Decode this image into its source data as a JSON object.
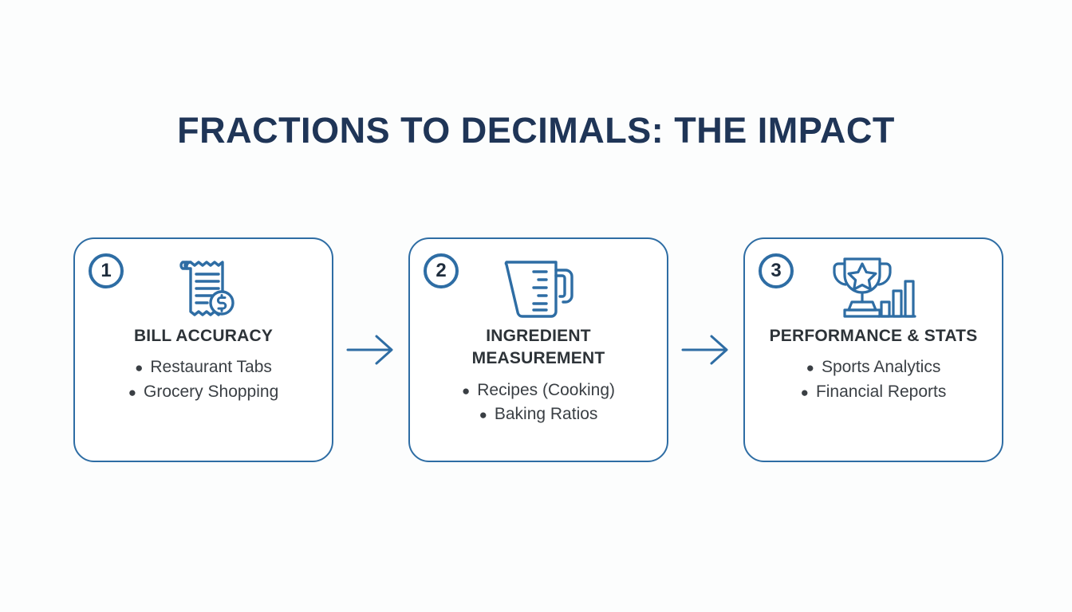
{
  "title": "FRACTIONS TO DECIMALS: THE IMPACT",
  "theme": {
    "background": "#fcfdfd",
    "title_color": "#1f3557",
    "card_border": "#2e6da4",
    "icon_color": "#2e6da4",
    "heading_color": "#2d3338",
    "body_color": "#3a3f44"
  },
  "steps": [
    {
      "number": "1",
      "icon": "receipt-dollar-icon",
      "title": "BILL ACCURACY",
      "bullets": [
        "Restaurant Tabs",
        "Grocery Shopping"
      ]
    },
    {
      "number": "2",
      "icon": "measuring-cup-icon",
      "title": "INGREDIENT MEASUREMENT",
      "bullets": [
        "Recipes (Cooking)",
        "Baking Ratios"
      ]
    },
    {
      "number": "3",
      "icon": "trophy-bar-chart-icon",
      "title": "PERFORMANCE & STATS",
      "bullets": [
        "Sports Analytics",
        "Financial Reports"
      ]
    }
  ],
  "connectors": [
    {
      "name": "arrow-step-1-to-2",
      "glyph": "right-arrow-icon"
    },
    {
      "name": "arrow-step-2-to-3",
      "glyph": "right-arrow-icon"
    }
  ]
}
